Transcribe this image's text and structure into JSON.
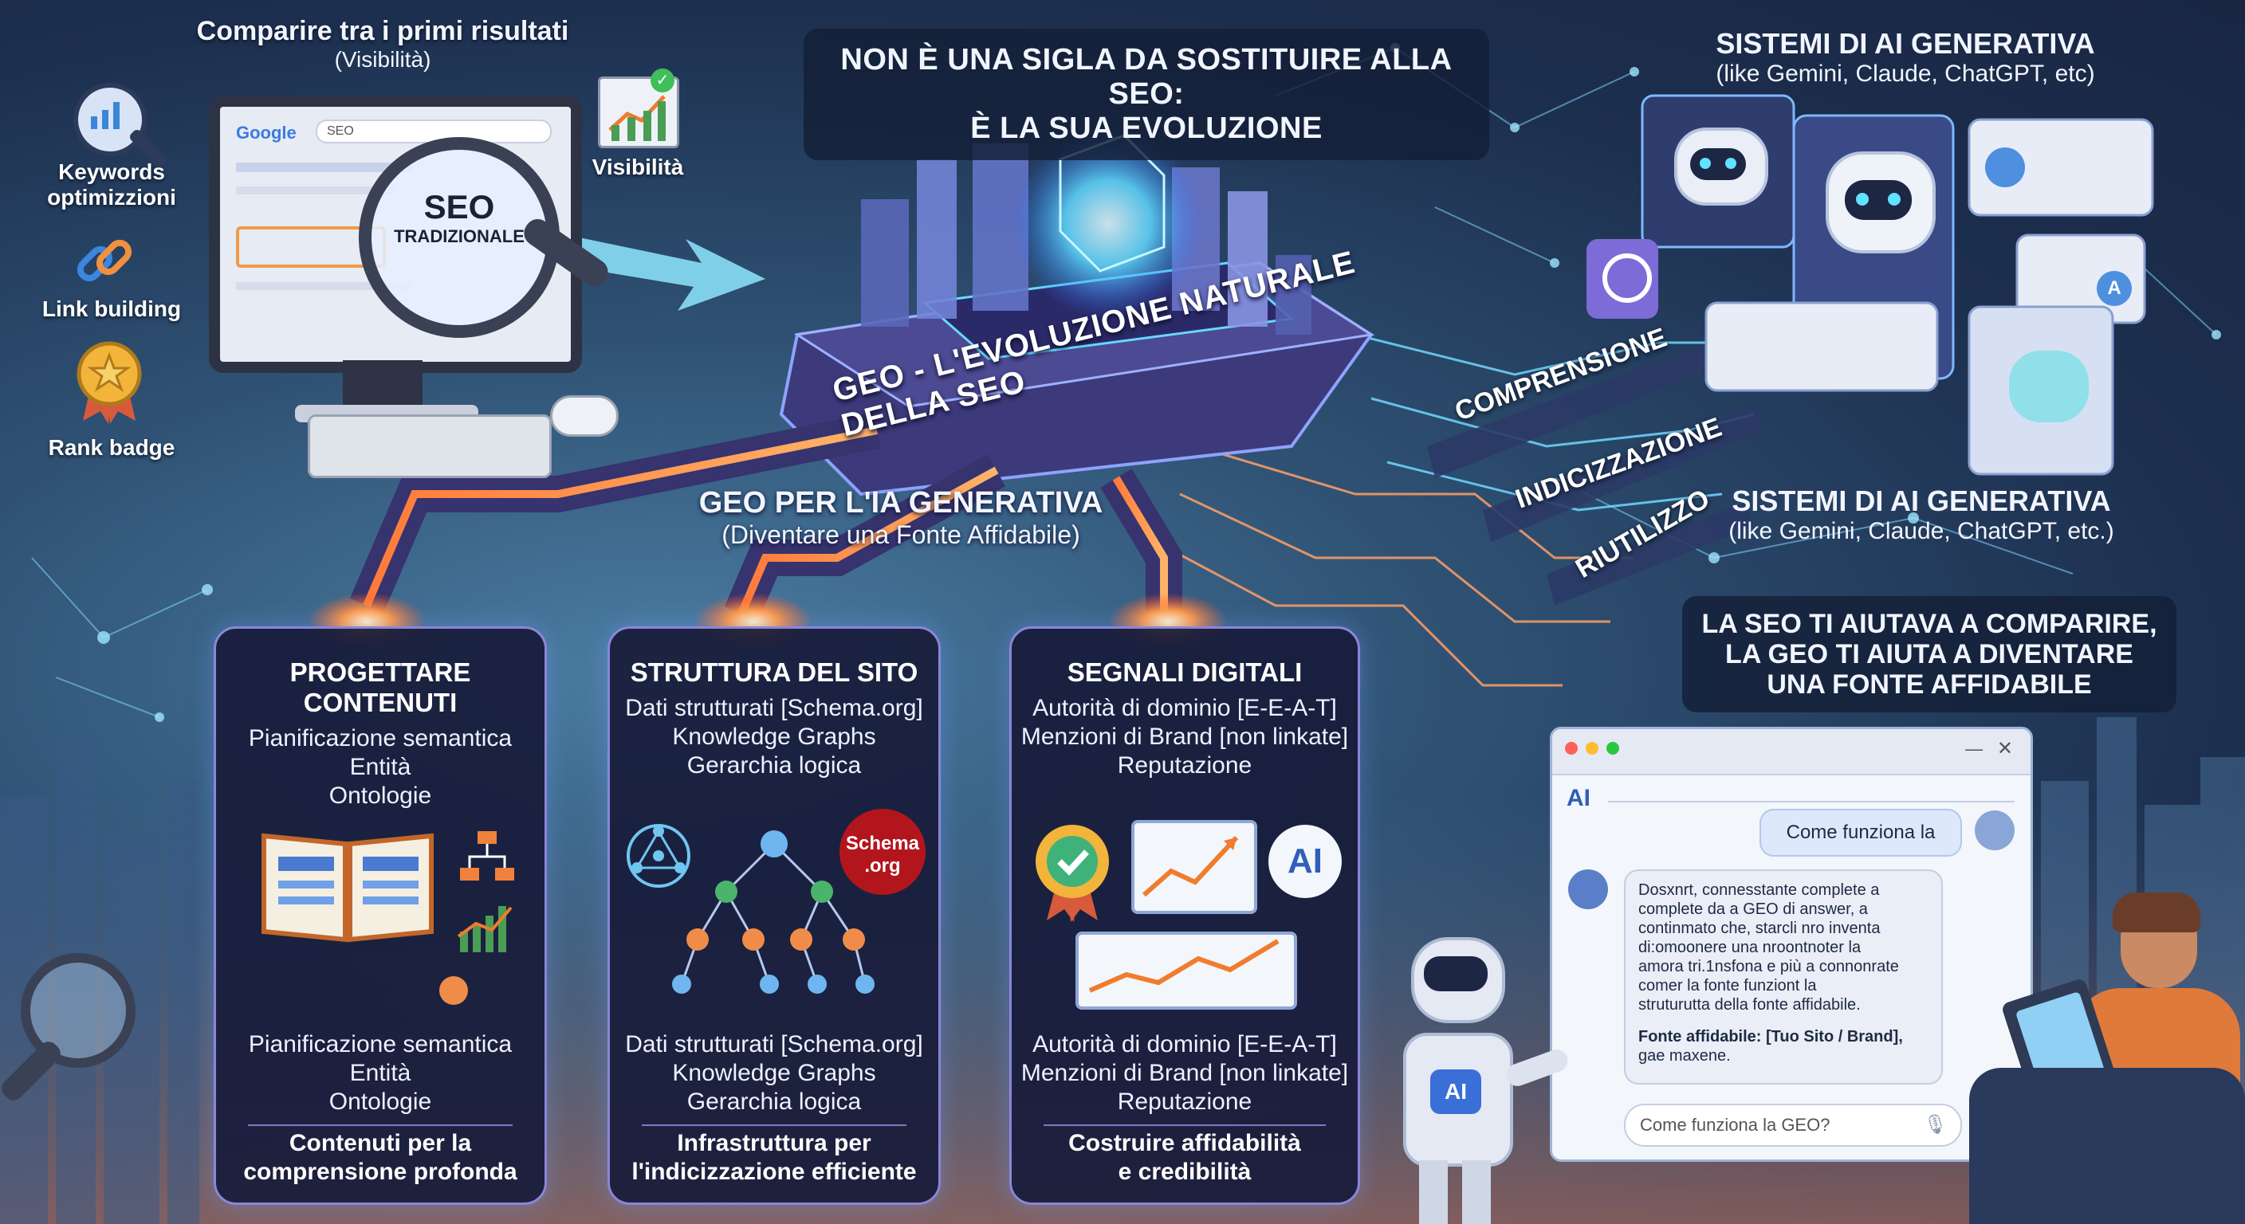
{
  "header": {
    "center_line1": "NON È UNA SIGLA DA SOSTITUIRE ALLA SEO:",
    "center_line2": "È LA SUA EVOLUZIONE"
  },
  "seo_traditional": {
    "title": "Comparire tra i primi risultati",
    "subtitle": "(Visibilità)",
    "magnifier_line1": "SEO",
    "magnifier_line2": "TRADIZIONALE",
    "browser_logo": "Google",
    "search_text": "SEO",
    "visibility_label": "Visibilità",
    "items": [
      {
        "label": "Keywords optimizzioni",
        "icon": "search-chart-icon"
      },
      {
        "label": "Link building",
        "icon": "chain-link-icon"
      },
      {
        "label": "Rank badge",
        "icon": "award-badge-icon"
      }
    ]
  },
  "geo_platform": {
    "label": "GEO - L'EVOLUZIONE NATURALE DELLA SEO"
  },
  "geo_center": {
    "title": "GEO PER L'IA GENERATIVA",
    "subtitle": "(Diventare una Fonte Affidabile)"
  },
  "flows": [
    "COMPRENSIONE",
    "INDICIZZAZIONE",
    "RIUTILIZZO"
  ],
  "ai_systems": {
    "top_title": "SISTEMI DI AI GENERATIVA",
    "top_subtitle": "(like Gemini, Claude, ChatGPT, etc)",
    "bottom_title": "SISTEMI DI AI GENERATIVA",
    "bottom_subtitle": "(like Gemini, Claude, ChatGPT, etc.)"
  },
  "panels": [
    {
      "title": "PROGETTARE CONTENUTI",
      "lines": [
        "Pianificazione semantica",
        "Entità",
        "Ontologie"
      ],
      "lines_bottom": [
        "Pianificazione semantica",
        "Entità",
        "Ontologie"
      ],
      "footer": [
        "Contenuti per la",
        "comprensione profonda"
      ]
    },
    {
      "title": "STRUTTURA DEL SITO",
      "lines": [
        "Dati strutturati [Schema.org]",
        "Knowledge Graphs",
        "Gerarchia logica"
      ],
      "lines_bottom": [
        "Dati strutturati [Schema.org]",
        "Knowledge Graphs",
        "Gerarchia logica"
      ],
      "footer": [
        "Infrastruttura per",
        "l'indicizzazione efficiente"
      ],
      "schema_badge": [
        "Schema",
        ".org"
      ]
    },
    {
      "title": "SEGNALI DIGITALI",
      "lines": [
        "Autorità di dominio [E-E-A-T]",
        "Menzioni di Brand [non linkate]",
        "Reputazione"
      ],
      "lines_bottom": [
        "Autorità di dominio [E-E-A-T]",
        "Menzioni di Brand [non linkate]",
        "Reputazione"
      ],
      "footer": [
        "Costruire affidabilità",
        "e credibilità"
      ],
      "ai_badge": "AI"
    }
  ],
  "summary": {
    "line1": "LA SEO TI AIUTAVA A COMPARIRE,",
    "line2": "LA GEO TI AIUTA A DIVENTARE",
    "line3": "UNA FONTE AFFIDABILE"
  },
  "chat_window": {
    "ai_label": "AI",
    "user_question": "Come funziona la GEO?",
    "answer_lines": [
      "Dosxnrt, connesstante complete a",
      "complete da a GEO di answer, a",
      "continmato che, starcli nro inventa",
      "di:omoonere una nroontnoter la",
      "amora tri.1nsfona e più a connonrate",
      "comer la fonte funziont la",
      "struturutta della fonte affidabile."
    ],
    "answer_source": "Fonte affidabile: [Tuo Sito / Brand],",
    "answer_tail": "gae maxene.",
    "input_placeholder": "Come funziona la GEO?",
    "robot_chest": "AI"
  },
  "colors": {
    "accent_orange": "#ff8a3d",
    "accent_cyan": "#5fe3ff",
    "panel_border": "#8a86d8",
    "schema_red": "#b3151d"
  }
}
